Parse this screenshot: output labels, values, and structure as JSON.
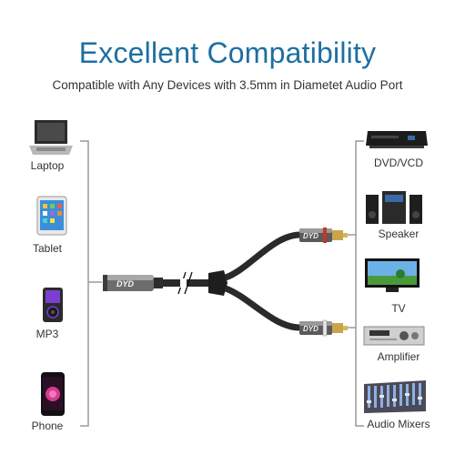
{
  "header": {
    "title": "Excellent Compatibility",
    "subtitle": "Compatible with Any Devices with 3.5mm in Diametet Audio Port"
  },
  "left_devices": [
    {
      "label": "Laptop"
    },
    {
      "label": "Tablet"
    },
    {
      "label": "MP3"
    },
    {
      "label": "Phone"
    }
  ],
  "right_devices": [
    {
      "label": "DVD/VCD"
    },
    {
      "label": "Speaker"
    },
    {
      "label": "TV"
    },
    {
      "label": "Amplifier"
    },
    {
      "label": "Audio Mixers"
    }
  ],
  "cable": {
    "brand_text": "DYD"
  }
}
